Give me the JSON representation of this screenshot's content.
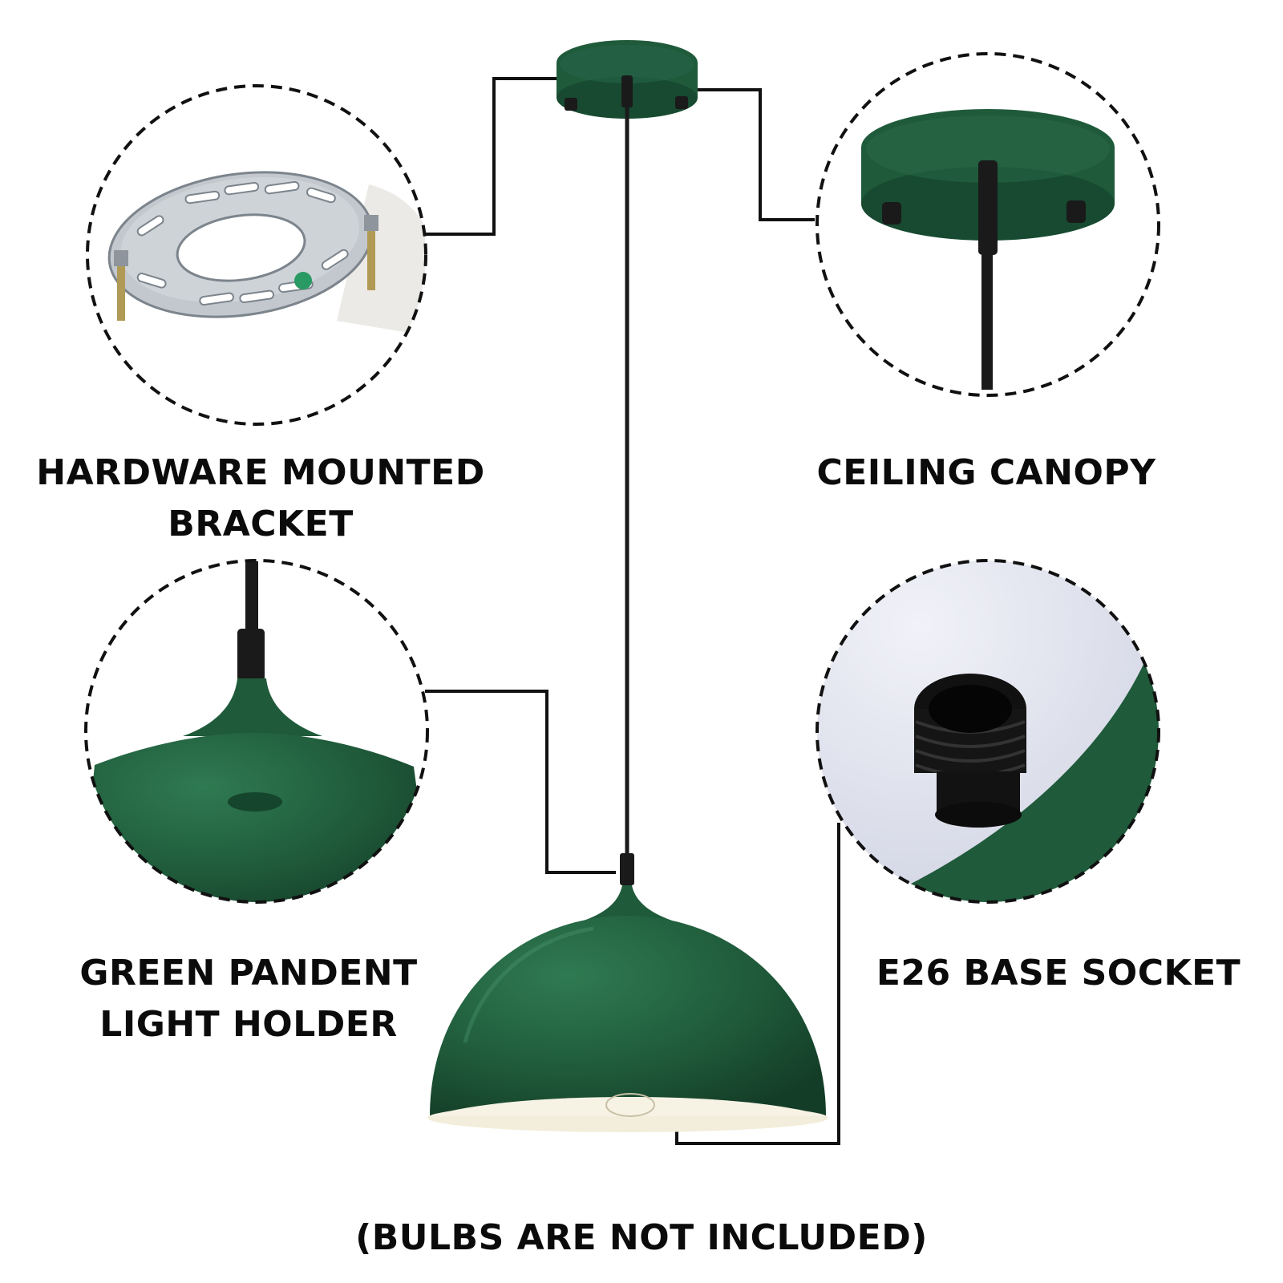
{
  "labels": {
    "bracket_line1": "HARDWARE MOUNTED",
    "bracket_line2": "BRACKET",
    "canopy": "CEILING CANOPY",
    "holder_line1": "GREEN PANDENT",
    "holder_line2": "LIGHT HOLDER",
    "socket": "E26 BASE SOCKET",
    "footer": "(BULBS ARE NOT INCLUDED)"
  },
  "colors": {
    "lamp_green": "#1f5a3a",
    "lamp_green_dark": "#153f28",
    "lamp_inner": "#f3eedb",
    "socket_black": "#151515",
    "bracket_silver": "#b9bec4",
    "callout_line": "#111111",
    "bg_socket": "#dadce8"
  }
}
